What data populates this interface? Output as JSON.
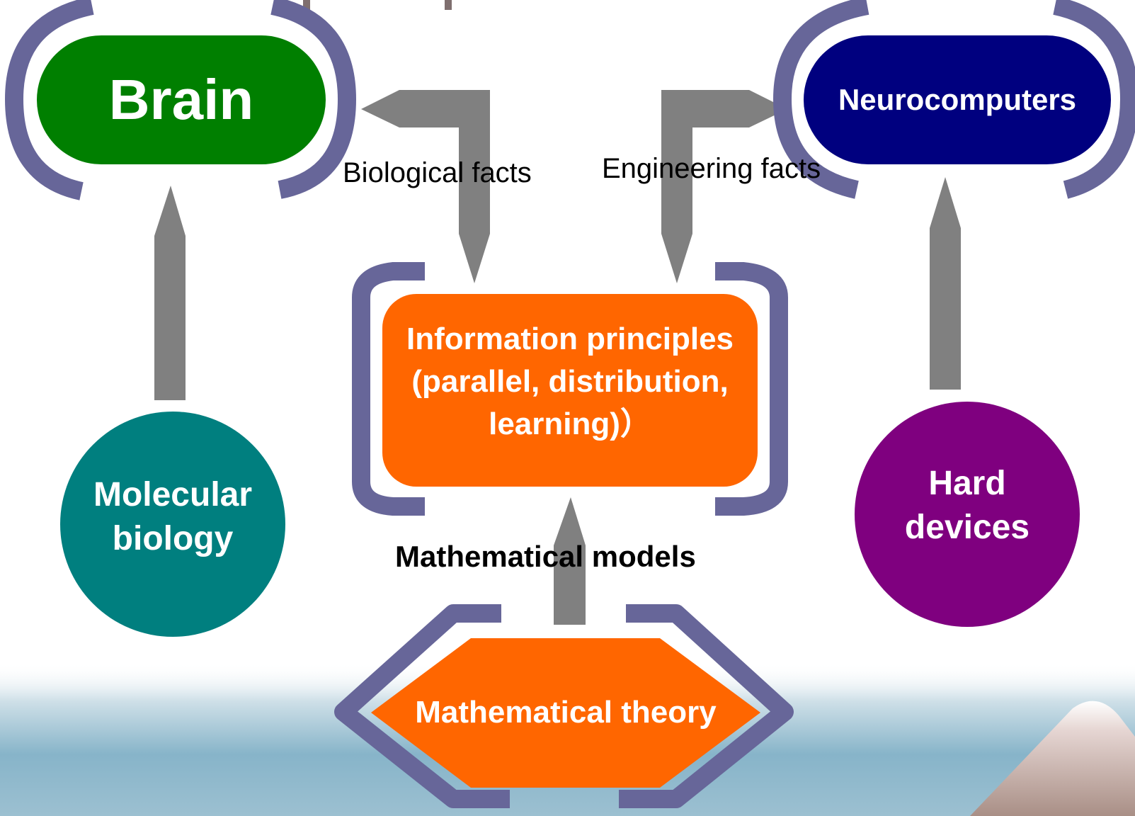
{
  "nodes": {
    "brain": "Brain",
    "neurocomputers": "Neurocomputers",
    "information_principles": {
      "line1": "Information principles",
      "line2": "(parallel, distribution,",
      "line3": "learning)）"
    },
    "molecular_biology": {
      "line1": "Molecular",
      "line2": "biology"
    },
    "hard_devices": {
      "line1": "Hard",
      "line2": "devices"
    },
    "mathematical_theory": "Mathematical theory"
  },
  "edges": {
    "biological_facts": "Biological facts",
    "engineering_facts": "Engineering facts",
    "mathematical_models": "Mathematical models"
  },
  "colors": {
    "bracket": "#676699",
    "arrow": "#808080",
    "brain": "#007f00",
    "neurocomputers": "#00007f",
    "information_principles": "#ff6600",
    "molecular_biology": "#007f7f",
    "hard_devices": "#7f007f",
    "mathematical_theory": "#ff6600",
    "title_fragment": "#7f6f6f"
  }
}
